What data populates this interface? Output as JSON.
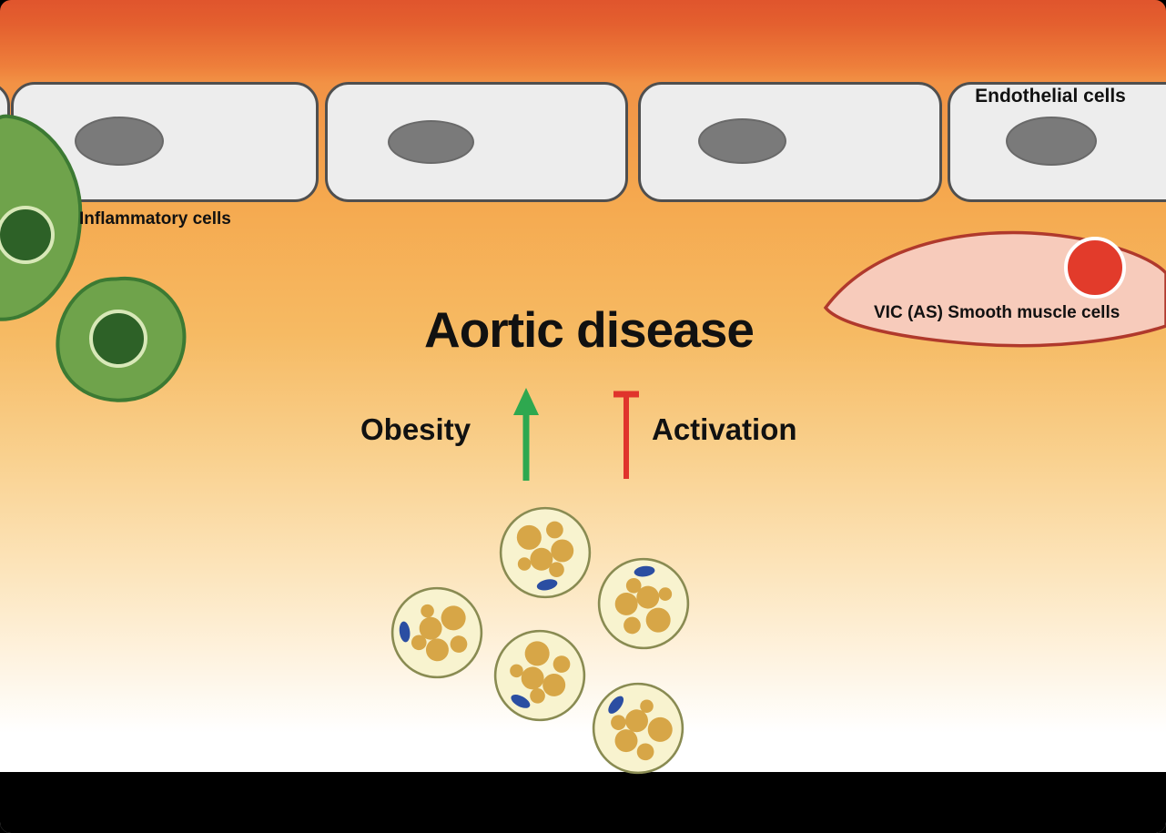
{
  "diagram": {
    "title": "Aortic disease",
    "labels": {
      "endothelial": "Endothelial cells",
      "inflammatory": "Inflammatory cells",
      "smooth_muscle": "VIC (AS) Smooth muscle cells",
      "obesity": "Obesity",
      "activation": "Activation"
    },
    "relations": [
      {
        "source": "Obesity",
        "type": "promotes",
        "target": "Aortic disease",
        "symbol": "green-up-arrow"
      },
      {
        "source": "Activation",
        "type": "inhibits",
        "target": "Aortic disease",
        "symbol": "red-inhibition-bar"
      }
    ],
    "cell_counts": {
      "endothelial_cells": 4,
      "inflammatory_cells": 2,
      "smooth_muscle_cells": 1,
      "adipocytes": 5
    },
    "colors": {
      "lumen_orange_top": "#E0552D",
      "matrix_orange": "#F5A94F",
      "matrix_fade_white": "#FFFFFF",
      "endothelial_fill": "#EDEDED",
      "endothelial_border": "#4F4F4F",
      "endothelial_nucleus": "#7A7A7A",
      "inflammatory_green": "#6FA34B",
      "inflammatory_border": "#3C7A33",
      "inflammatory_nucleus": "#2D6127",
      "smooth_muscle_pink": "#F7CBBB",
      "smooth_muscle_border": "#B0392C",
      "smooth_muscle_nucleus": "#E23B2B",
      "adipocyte_fill": "#F8F3CF",
      "adipocyte_border": "#898B52",
      "adipocyte_droplet": "#D7A647",
      "adipocyte_nucleus_blue": "#2B4EA2",
      "arrow_green": "#2EA84F",
      "inhibit_red": "#E0342C",
      "bottom_band": "#000000"
    }
  }
}
